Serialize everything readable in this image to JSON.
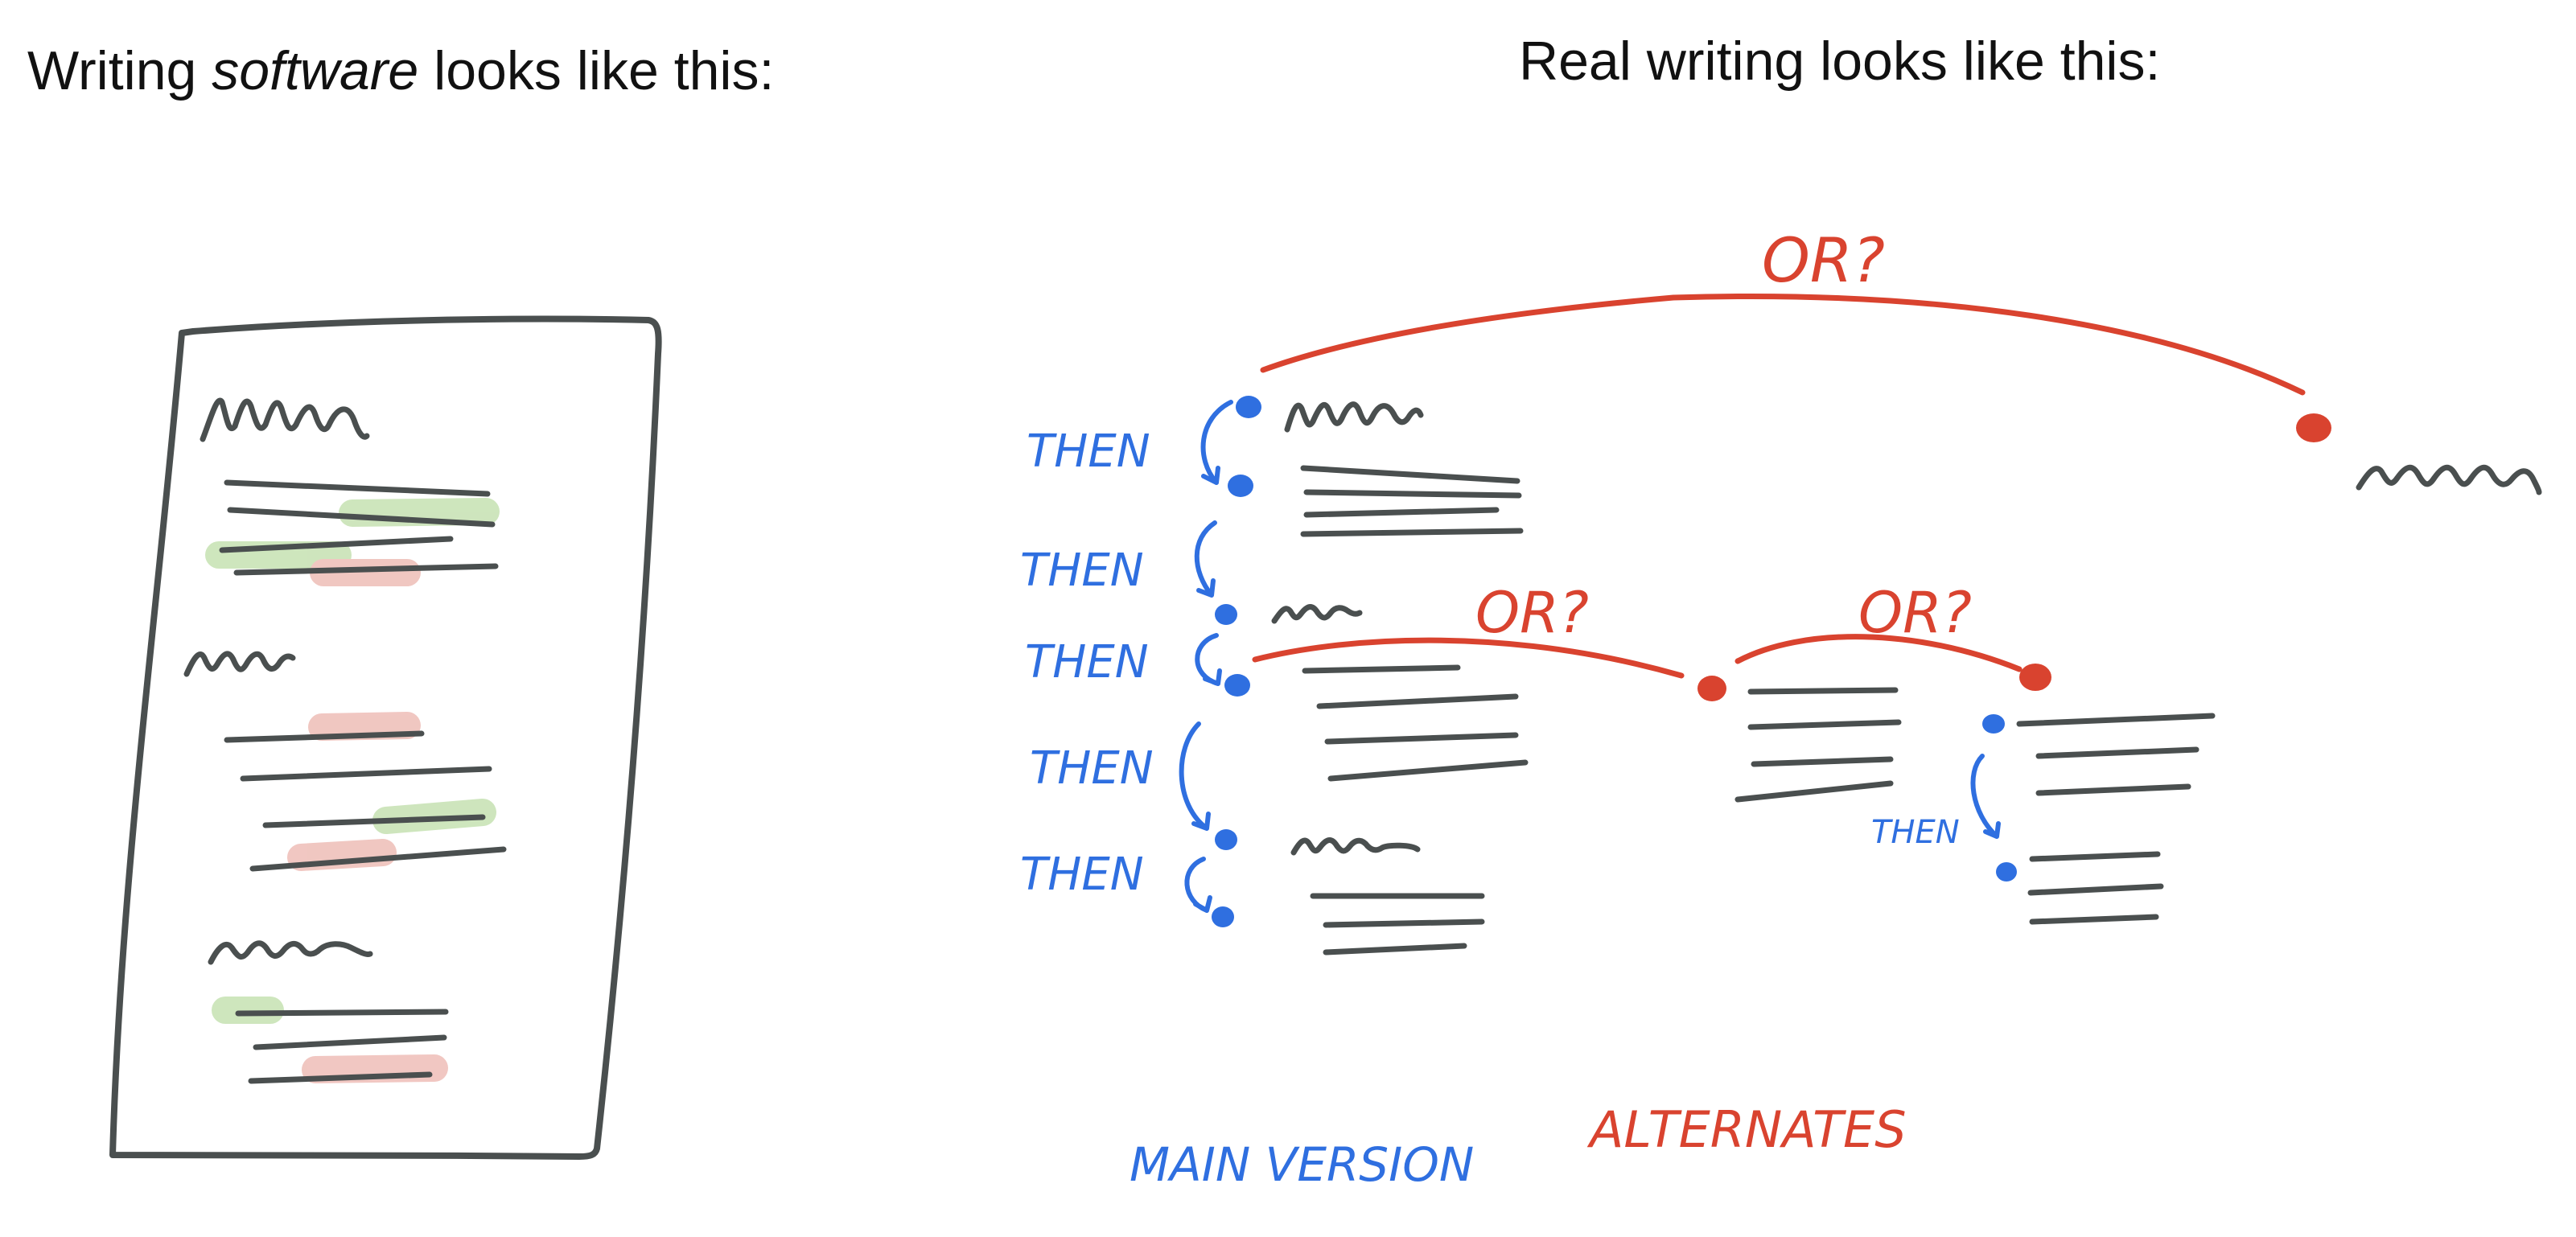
{
  "captions": {
    "left_prefix": "Writing ",
    "left_emph": "software",
    "left_suffix": " looks like this:",
    "right": "Real writing looks like this:"
  },
  "diagram": {
    "then_label": "THEN",
    "or_label": "OR?",
    "legend_main": "MAIN VERSION",
    "legend_alternates": "ALTERNATES"
  },
  "colors": {
    "ink": "#4a4f4f",
    "blue": "#2f6fe0",
    "red": "#d9432f",
    "green_highlight": "#c9e3b6",
    "red_highlight": "#efc1bb"
  }
}
